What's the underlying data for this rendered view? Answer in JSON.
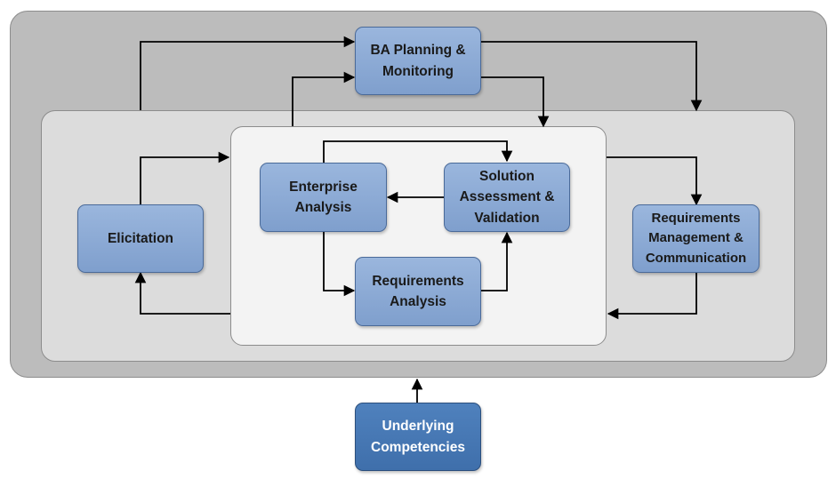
{
  "nodes": {
    "ba_planning": "BA Planning &\nMonitoring",
    "enterprise_analysis": "Enterprise\nAnalysis",
    "solution_assessment": "Solution\nAssessment &\nValidation",
    "elicitation": "Elicitation",
    "requirements_analysis": "Requirements\nAnalysis",
    "requirements_management": "Requirements\nManagement &\nCommunication",
    "underlying_competencies": "Underlying\nCompetencies"
  },
  "colors": {
    "node_fill": "#8eacd8",
    "node_border": "#4a6a99",
    "dark_node_fill": "#4a7bba",
    "outer_panel": "#bcbcbc",
    "middle_panel": "#dcdcdc",
    "inner_panel": "#f3f3f3",
    "connector": "#000000"
  }
}
